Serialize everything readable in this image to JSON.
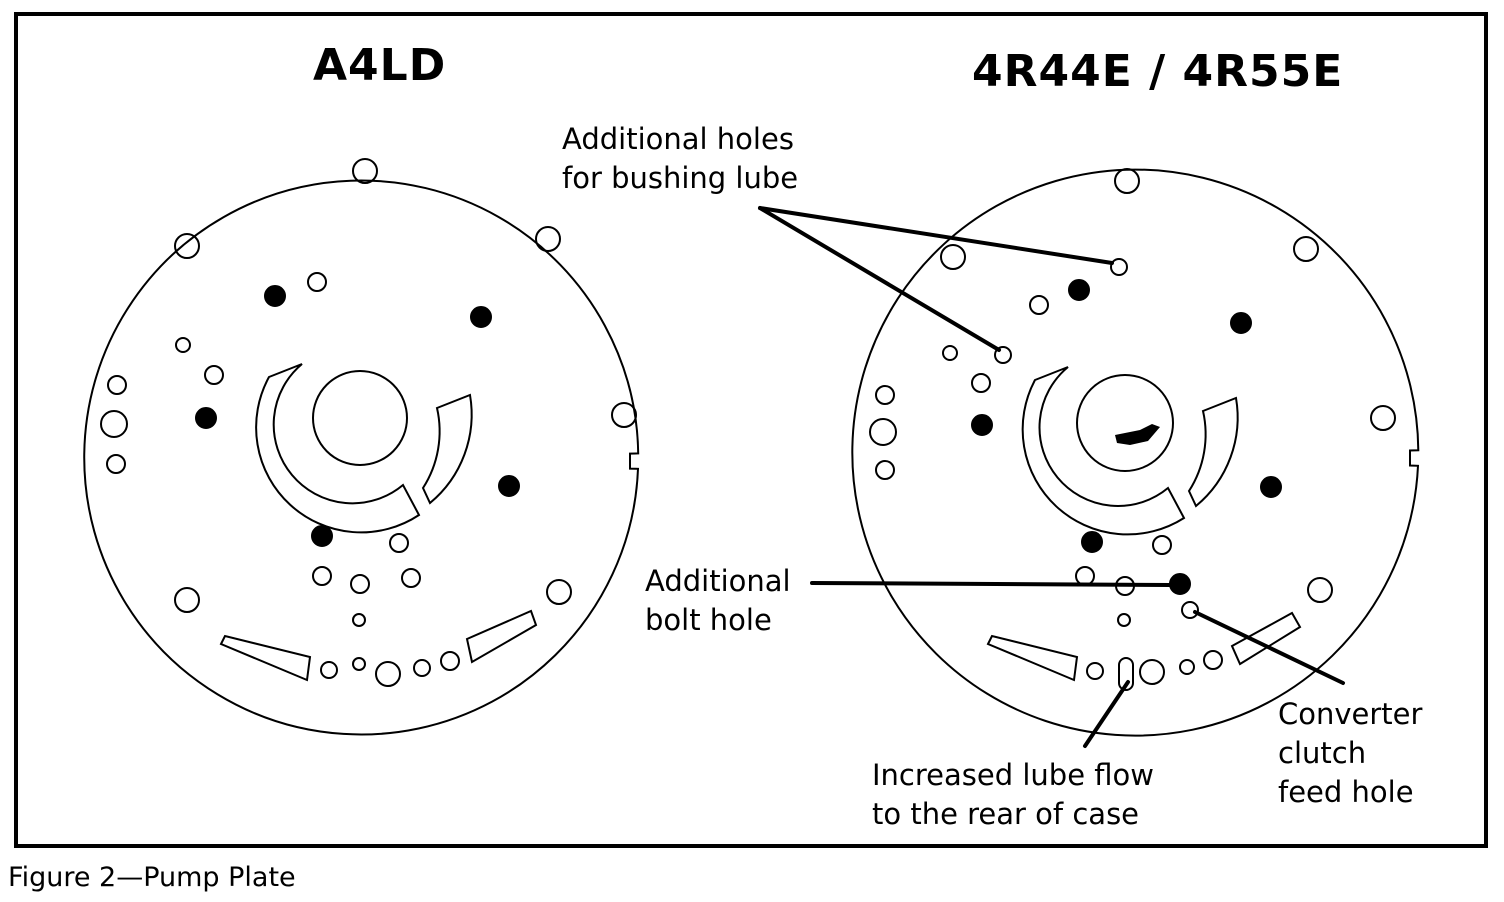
{
  "left_title": "A4LD",
  "right_title": "4R44E / 4R55E",
  "callouts": {
    "bushing_lube": [
      "Additional holes",
      "for bushing lube"
    ],
    "bolt_hole": [
      "Additional",
      "bolt hole"
    ],
    "lube_flow": [
      "Increased lube flow",
      "to the rear of case"
    ],
    "converter_feed": [
      "Converter",
      "clutch",
      "feed hole"
    ]
  },
  "caption": "Figure 2—Pump Plate"
}
